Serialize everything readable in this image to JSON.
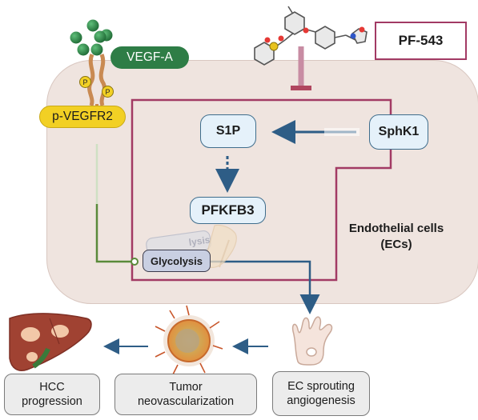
{
  "labels": {
    "vegfa": "VEGF-A",
    "pvegfr2": "p-VEGFR2",
    "p_badge": "P",
    "pf543": "PF-543",
    "s1p": "S1P",
    "sphk1": "SphK1",
    "pfkfb3": "PFKFB3",
    "glycolysis": "Glycolysis",
    "ecs_line1": "Endothelial cells",
    "ecs_line2": "(ECs)",
    "hcc_progression": "HCC\nprogression",
    "tumor_neovascularization": "Tumor\nneovascularization",
    "ec_sprouting": "EC sprouting\nangiogenesis"
  },
  "colors": {
    "membrane_maroon": "#a23a64",
    "inhibitor_bar": "#b0465f",
    "arrow_blue": "#2e5d86",
    "vegfa_green": "#2e7d46",
    "pathway_green": "#5a8a3a",
    "receptor_yellow": "#f2d024",
    "cell_fill": "#efe4df"
  },
  "icons": {
    "ligand": "green-sphere-cluster-icon",
    "inhibitor_structure": "molecule-structure-icon",
    "liver": "liver-icon",
    "tumor": "tumor-vessel-icon",
    "sprouting": "sprouting-cell-icon"
  }
}
